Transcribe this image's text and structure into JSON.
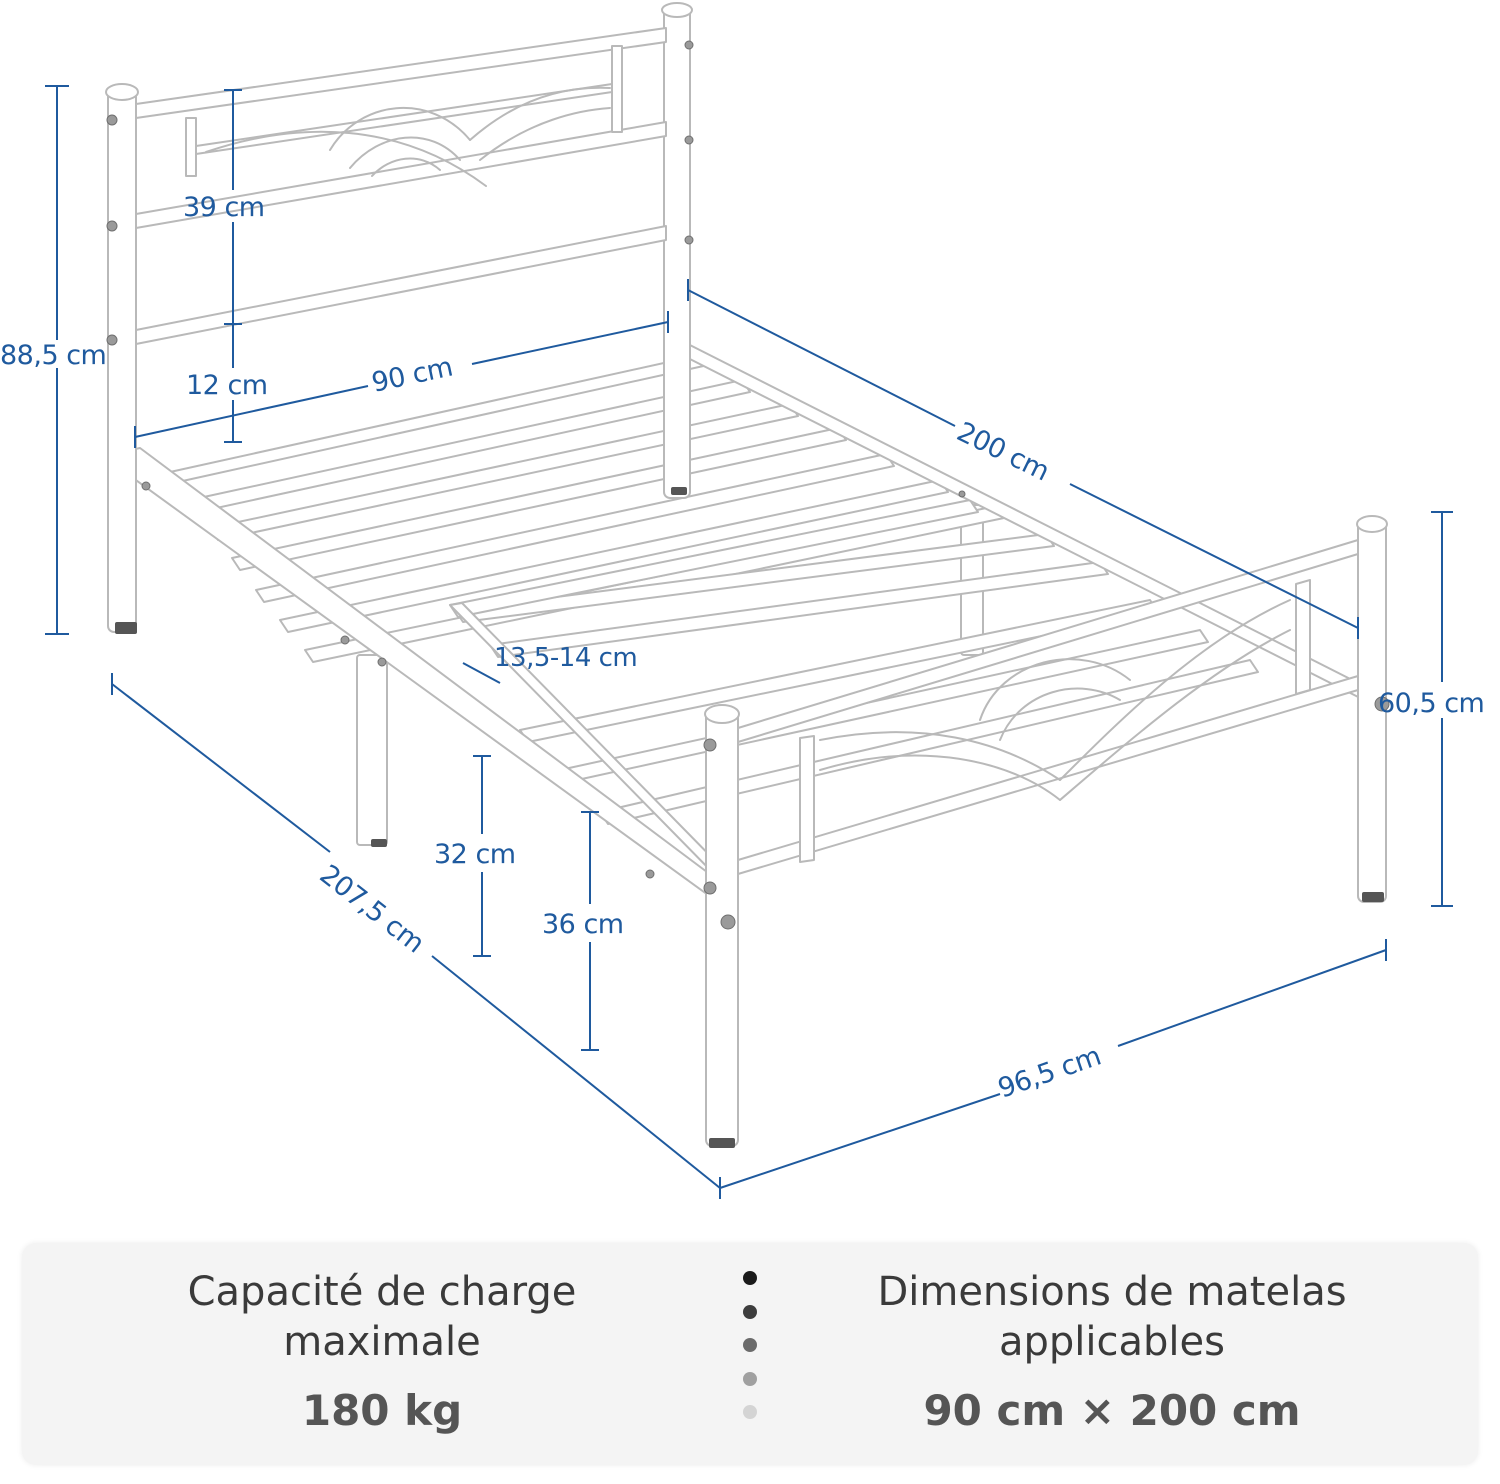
{
  "diagram": {
    "labels": {
      "headboard_height": "88,5 cm",
      "headboard_panel": "39 cm",
      "headboard_gap": "12 cm",
      "inner_width": "90 cm",
      "inner_length": "200 cm",
      "overall_length": "207,5 cm",
      "slat_spacing": "13,5-14 cm",
      "under_bed_clearance": "32 cm",
      "frame_height": "36 cm",
      "footboard_height": "60,5 cm",
      "overall_width": "96,5 cm"
    },
    "colors": {
      "dimension_line": "#1f5a9e",
      "frame": "#ffffff",
      "frame_outline": "#b9b9b9"
    }
  },
  "specs": {
    "load": {
      "title_line1": "Capacité de charge",
      "title_line2": "maximale",
      "value": "180 kg"
    },
    "mattress": {
      "title_line1": "Dimensions de matelas",
      "title_line2": "applicables",
      "value": "90 cm × 200 cm"
    },
    "separator_dots": [
      "#1a1a1a",
      "#3d3d3d",
      "#6b6b6b",
      "#a0a0a0",
      "#d4d4d4"
    ]
  }
}
